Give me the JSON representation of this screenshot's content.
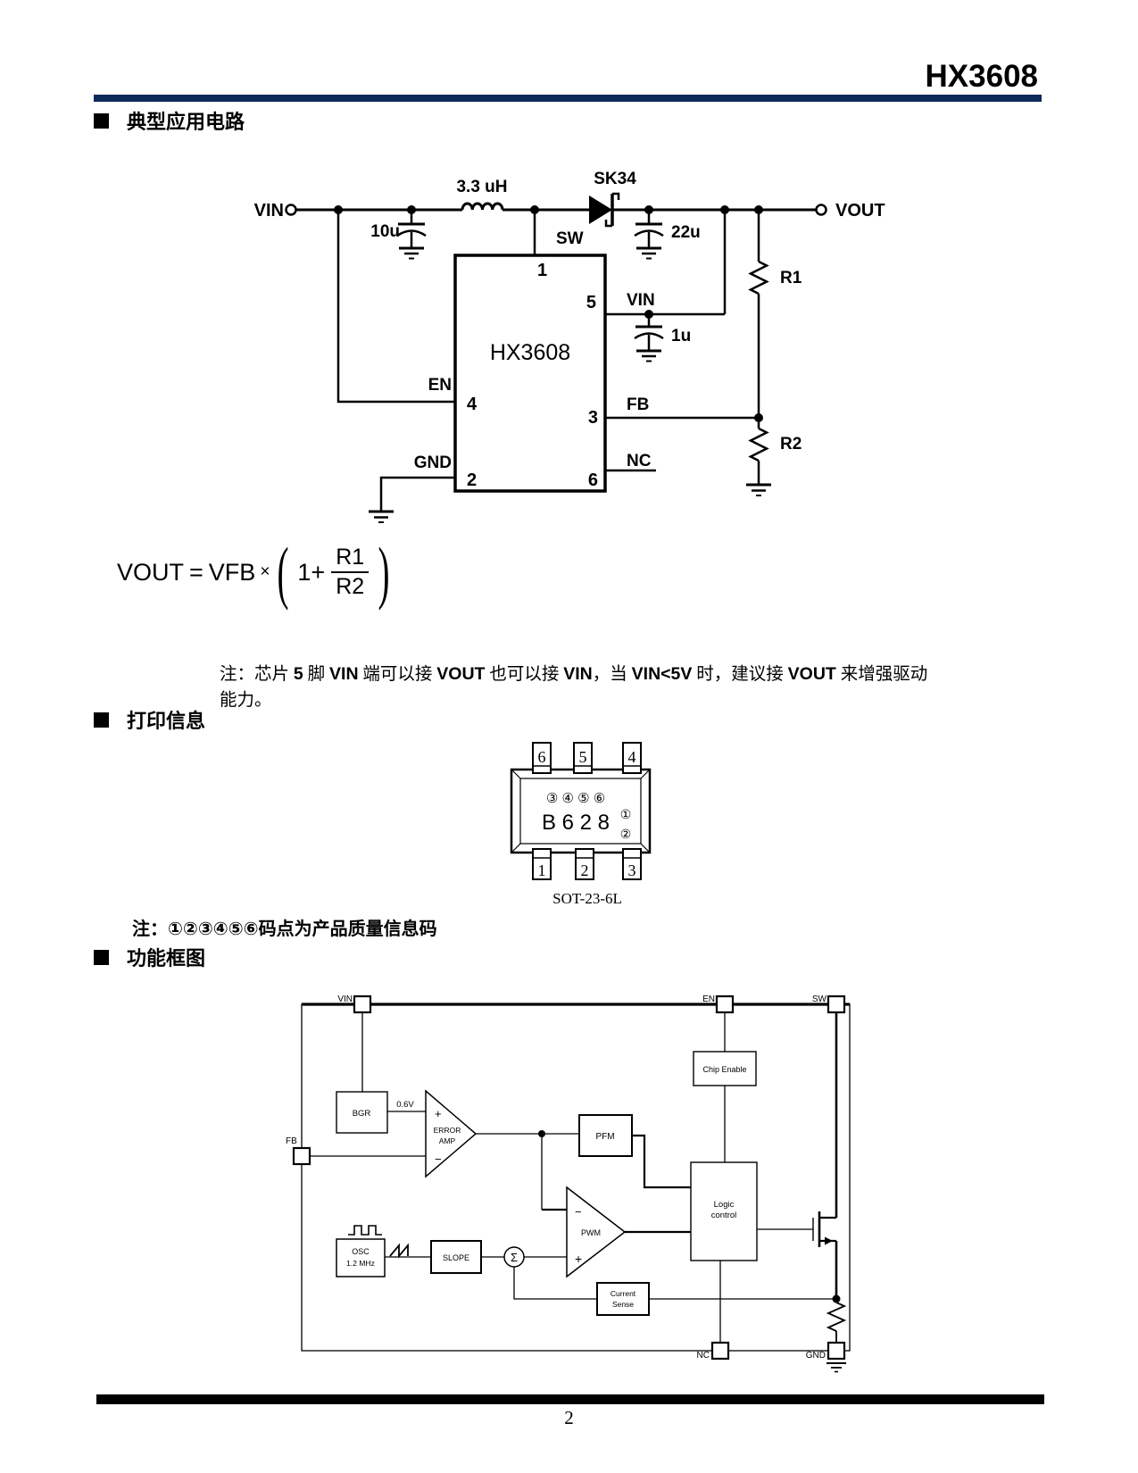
{
  "header": {
    "title": "HX3608"
  },
  "colors": {
    "rule_navy": "#0e2a5a",
    "line_black": "#000000"
  },
  "sections": {
    "application": "典型应用电路",
    "marking": "打印信息",
    "block_diagram": "功能框图"
  },
  "circuit": {
    "vin_terminal": "VIN",
    "vout_terminal": "VOUT",
    "input_cap": "10u",
    "inductor": "3.3 uH",
    "diode": "SK34",
    "output_cap": "22u",
    "bypass_cap": "1u",
    "r1": "R1",
    "r2": "R2",
    "chip_name": "HX3608",
    "pin_labels": {
      "sw": "SW",
      "vin": "VIN",
      "en": "EN",
      "fb": "FB",
      "gnd": "GND",
      "nc": "NC"
    },
    "pin_numbers": {
      "p1": "1",
      "p2": "2",
      "p3": "3",
      "p4": "4",
      "p5": "5",
      "p6": "6"
    }
  },
  "formula": {
    "lhs": "VOUT",
    "equals": "=",
    "vfb": "VFB",
    "times": "×",
    "paren_open": "(",
    "one_plus": "1+",
    "numerator": "R1",
    "denominator": "R2",
    "paren_close": ")"
  },
  "notes": {
    "application_note_segments": [
      {
        "text": "注：芯片 ",
        "bold": false,
        "cjk": true
      },
      {
        "text": "5",
        "bold": true,
        "cjk": false
      },
      {
        "text": " 脚 ",
        "bold": false,
        "cjk": true
      },
      {
        "text": "VIN",
        "bold": true,
        "cjk": false
      },
      {
        "text": " 端可以接 ",
        "bold": false,
        "cjk": true
      },
      {
        "text": "VOUT",
        "bold": true,
        "cjk": false
      },
      {
        "text": " 也可以接 ",
        "bold": false,
        "cjk": true
      },
      {
        "text": "VIN",
        "bold": true,
        "cjk": false
      },
      {
        "text": "，当 ",
        "bold": false,
        "cjk": true
      },
      {
        "text": "VIN<5V",
        "bold": true,
        "cjk": false
      },
      {
        "text": " 时，建议接 ",
        "bold": false,
        "cjk": true
      },
      {
        "text": "VOUT",
        "bold": true,
        "cjk": false
      },
      {
        "text": " 来增强驱动能力。",
        "bold": false,
        "cjk": true
      }
    ],
    "marking_note": "注：①②③④⑤⑥码点为产品质量信息码"
  },
  "package": {
    "name": "SOT-23-6L",
    "top_pins": [
      "6",
      "5",
      "4"
    ],
    "bottom_pins": [
      "1",
      "2",
      "3"
    ],
    "mark_row": "③ ④ ⑤ ⑥",
    "mark_code": "B 6 2 8",
    "mark_side_top": "①",
    "mark_side_bottom": "②"
  },
  "block": {
    "pads": {
      "vin": "VIN",
      "en": "EN",
      "sw": "SW",
      "fb": "FB",
      "nc": "NC",
      "gnd": "GND"
    },
    "bgr": "BGR",
    "ref_voltage": "0.6V",
    "ea_line1": "ERROR",
    "ea_line2": "AMP",
    "ea_plus": "+",
    "ea_minus": "−",
    "pfm": "PFM",
    "chip_enable": "Chip Enable",
    "logic_line1": "Logic",
    "logic_line2": "control",
    "pwm": "PWM",
    "pwm_minus": "−",
    "pwm_plus": "+",
    "osc_line1": "OSC",
    "osc_line2": "1.2 MHz",
    "slope": "SLOPE",
    "sigma": "Σ",
    "cs_line1": "Current",
    "cs_line2": "Sense"
  },
  "footer": {
    "page_number": "2"
  }
}
